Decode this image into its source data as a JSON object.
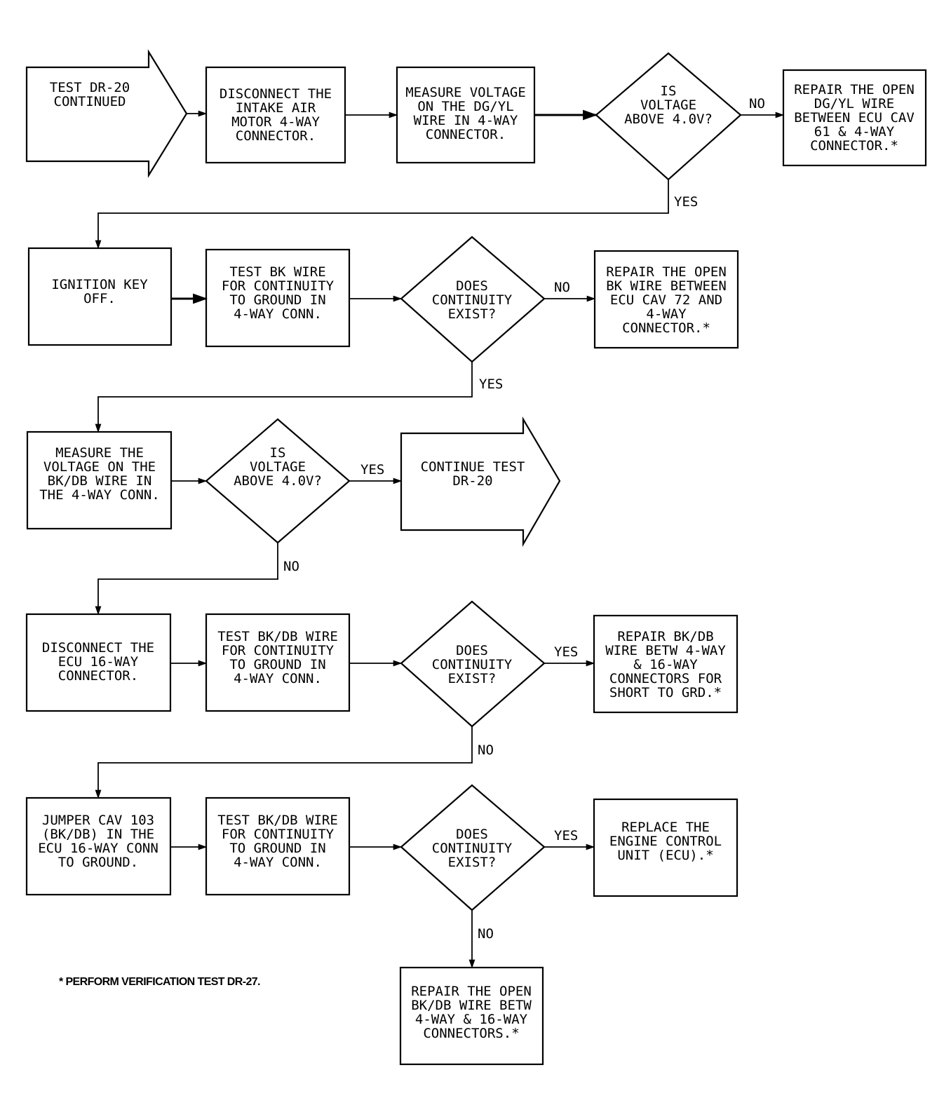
{
  "nodes": {
    "start": {
      "lines": [
        "TEST DR-20",
        "CONTINUED"
      ]
    },
    "n1": {
      "lines": [
        "DISCONNECT THE",
        "INTAKE AIR",
        "MOTOR 4-WAY",
        "CONNECTOR."
      ]
    },
    "n2": {
      "lines": [
        "MEASURE VOLTAGE",
        "ON THE DG/YL",
        "WIRE IN 4-WAY",
        "CONNECTOR."
      ]
    },
    "d1": {
      "lines": [
        "IS",
        "VOLTAGE",
        "ABOVE 4.0V?"
      ]
    },
    "r1": {
      "lines": [
        "REPAIR THE OPEN",
        "DG/YL WIRE",
        "BETWEEN ECU CAV",
        "61 & 4-WAY",
        "CONNECTOR.*"
      ]
    },
    "n3": {
      "lines": [
        "IGNITION KEY",
        "OFF."
      ]
    },
    "n4": {
      "lines": [
        "TEST BK WIRE",
        "FOR CONTINUITY",
        "TO GROUND IN",
        "4-WAY CONN."
      ]
    },
    "d2": {
      "lines": [
        "DOES",
        "CONTINUITY",
        "EXIST?"
      ]
    },
    "r2": {
      "lines": [
        "REPAIR THE OPEN",
        "BK WIRE BETWEEN",
        "ECU CAV 72 AND",
        "4-WAY",
        "CONNECTOR.*"
      ]
    },
    "n5": {
      "lines": [
        "MEASURE THE",
        "VOLTAGE ON THE",
        "BK/DB WIRE IN",
        "THE 4-WAY CONN."
      ]
    },
    "d3": {
      "lines": [
        "IS",
        "VOLTAGE",
        "ABOVE 4.0V?"
      ]
    },
    "cont": {
      "lines": [
        "CONTINUE TEST",
        "DR-20"
      ]
    },
    "n6": {
      "lines": [
        "DISCONNECT THE",
        "ECU 16-WAY",
        "CONNECTOR."
      ]
    },
    "n7": {
      "lines": [
        "TEST BK/DB WIRE",
        "FOR CONTINUITY",
        "TO GROUND IN",
        "4-WAY CONN."
      ]
    },
    "d4": {
      "lines": [
        "DOES",
        "CONTINUITY",
        "EXIST?"
      ]
    },
    "r4": {
      "lines": [
        "REPAIR BK/DB",
        "WIRE BETW 4-WAY",
        "& 16-WAY",
        "CONNECTORS FOR",
        "SHORT TO GRD.*"
      ]
    },
    "n8": {
      "lines": [
        "JUMPER CAV 103",
        "(BK/DB) IN THE",
        "ECU 16-WAY CONN",
        "TO GROUND."
      ]
    },
    "n9": {
      "lines": [
        "TEST BK/DB WIRE",
        "FOR CONTINUITY",
        "TO GROUND IN",
        "4-WAY CONN."
      ]
    },
    "d5": {
      "lines": [
        "DOES",
        "CONTINUITY",
        "EXIST?"
      ]
    },
    "r5": {
      "lines": [
        "REPLACE THE",
        "ENGINE CONTROL",
        "UNIT (ECU).*"
      ]
    },
    "r6": {
      "lines": [
        "REPAIR THE OPEN",
        "BK/DB WIRE BETW",
        "4-WAY & 16-WAY",
        "CONNECTORS.*"
      ]
    }
  },
  "branch_labels": {
    "d1_no": "NO",
    "d1_yes": "YES",
    "d2_no": "NO",
    "d2_yes": "YES",
    "d3_yes": "YES",
    "d3_no": "NO",
    "d4_yes": "YES",
    "d4_no": "NO",
    "d5_yes": "YES",
    "d5_no": "NO"
  },
  "footnote": "* PERFORM VERIFICATION TEST DR-27."
}
